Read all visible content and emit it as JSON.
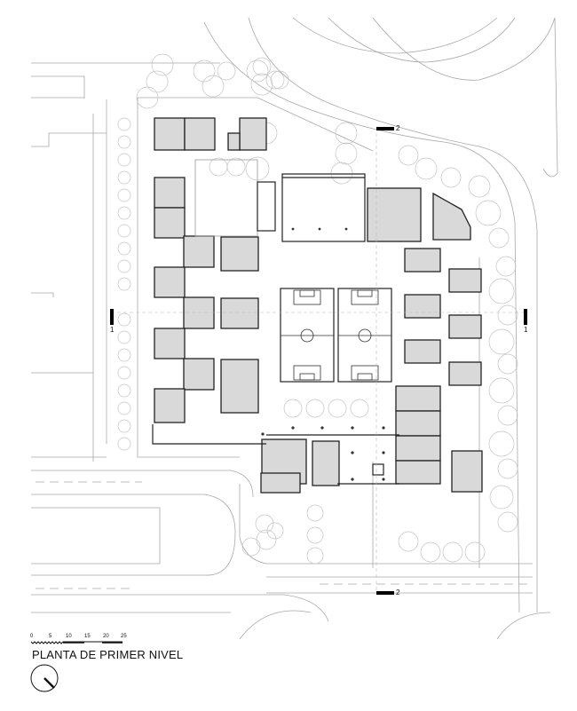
{
  "drawing": {
    "title": "PLANTA DE PRIMER NIVEL",
    "colors": {
      "room_fill": "#d9d9d9",
      "wall": "#222222",
      "line": "#9a9a9a",
      "tree": "#c4c4c4",
      "background": "#ffffff"
    }
  },
  "scale_bar": {
    "ticks": [
      "0",
      "5",
      "10",
      "15",
      "20",
      "25"
    ],
    "unit_hint": "m"
  },
  "section_markers": [
    {
      "id": "section-1-west",
      "label": "1"
    },
    {
      "id": "section-1-east",
      "label": "1"
    },
    {
      "id": "section-2-north",
      "label": "2"
    },
    {
      "id": "section-2-south",
      "label": "2"
    }
  ],
  "north_arrow": {
    "icon": "north-arrow-icon"
  },
  "features": {
    "sports_fields": 2,
    "field_type": "soccer"
  }
}
